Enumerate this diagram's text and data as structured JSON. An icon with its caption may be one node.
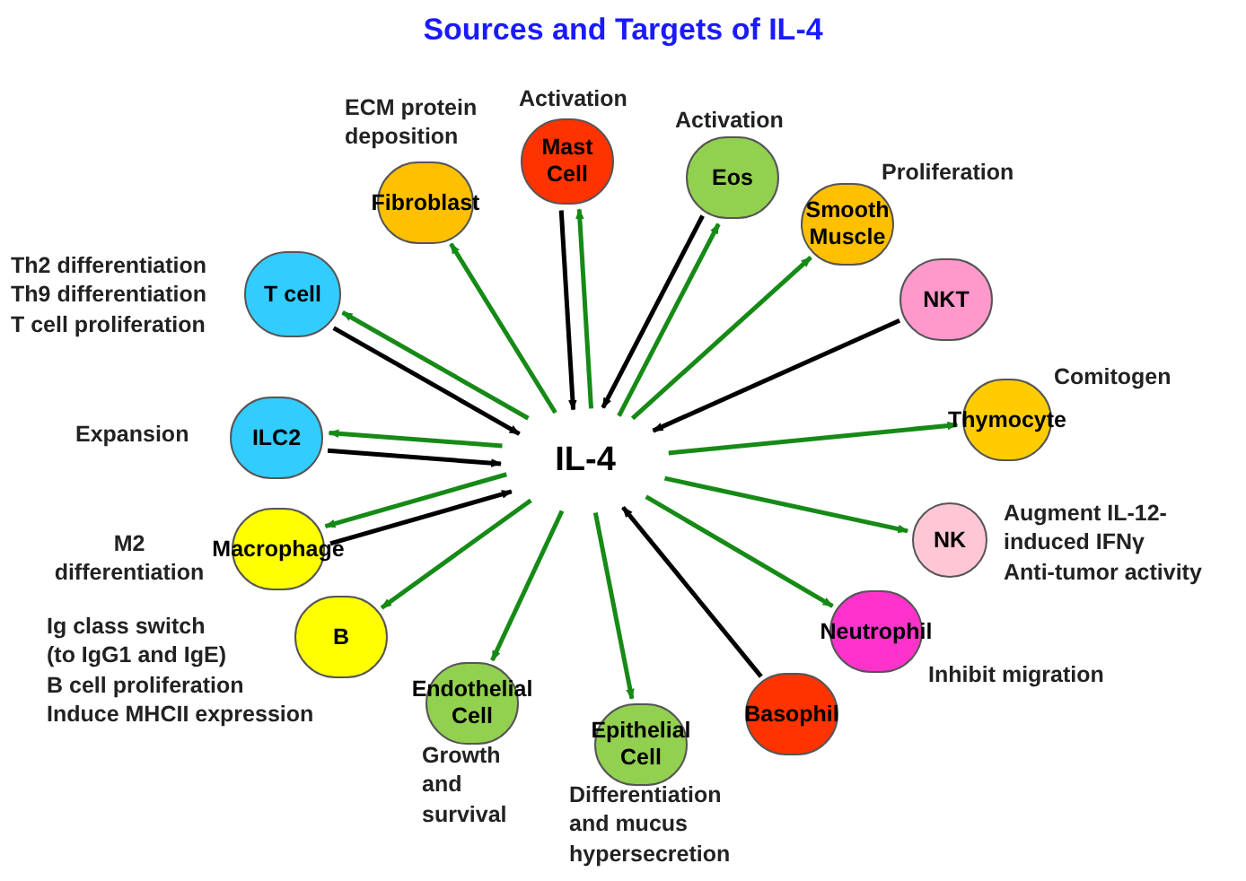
{
  "diagram": {
    "title": "Sources and Targets of IL-4",
    "nodes": [
      {
        "text": [
          "IL-4"
        ]
      },
      {
        "text": [
          "Fibroblast"
        ],
        "beside": [
          "ECM protein deposition"
        ]
      },
      {
        "text": [
          "Mast Cell"
        ],
        "beside": [
          "Activation"
        ]
      },
      {
        "text": [
          "Eos"
        ],
        "beside": [
          "Activation"
        ]
      },
      {
        "text": [
          "Smooth Muscle"
        ],
        "beside": [
          "Proliferation"
        ]
      },
      {
        "text": [
          "T cell"
        ],
        "beside": [
          "Th2 differentiation",
          "Th9 differentiation",
          "T cell proliferation"
        ]
      },
      {
        "text": [
          "NKT"
        ]
      },
      {
        "text": [
          "ILC2"
        ],
        "beside": [
          "Expansion"
        ]
      },
      {
        "text": [
          "Thymocyte"
        ],
        "beside": [
          "Comitogen"
        ]
      },
      {
        "text": [
          "Macrophage"
        ],
        "beside": [
          "M2 differentiation"
        ]
      },
      {
        "text": [
          "NK"
        ],
        "beside": [
          "Augment IL-12- induced IFNγ",
          "Anti-tumor activity"
        ]
      },
      {
        "text": [
          "B"
        ],
        "beside": [
          "Ig class switch (to IgG1 and IgE)",
          "B cell proliferation",
          "Induce MHCII expression"
        ]
      },
      {
        "text": [
          "Endothelial Cell"
        ],
        "beside": [
          "Growth and survival"
        ]
      },
      {
        "text": [
          "Epithelial Cell"
        ],
        "beside": [
          "Differentiation and mucus hypersecretion"
        ]
      },
      {
        "text": [
          "Basophil"
        ]
      },
      {
        "text": [
          "Neutrophil"
        ],
        "beside": [
          "Inhibit migration"
        ]
      }
    ],
    "edges": [
      {
        "from": 0,
        "to": 1,
        "arrow": "to"
      },
      {
        "from": 0,
        "to": 2,
        "arrow": "to"
      },
      {
        "from": 2,
        "to": 0,
        "arrow": "to",
        "color": "#000000"
      },
      {
        "from": 0,
        "to": 3,
        "arrow": "to"
      },
      {
        "from": 3,
        "to": 0,
        "arrow": "to",
        "color": "#000000"
      },
      {
        "from": 0,
        "to": 4,
        "arrow": "to"
      },
      {
        "from": 5,
        "to": 0,
        "arrow": "to",
        "color": "#000000"
      },
      {
        "from": 0,
        "to": 5,
        "arrow": "to"
      },
      {
        "from": 6,
        "to": 0,
        "arrow": "to",
        "color": "#000000"
      },
      {
        "from": 0,
        "to": 7,
        "arrow": "to"
      },
      {
        "from": 7,
        "to": 0,
        "arrow": "to",
        "color": "#000000"
      },
      {
        "from": 0,
        "to": 8,
        "arrow": "to"
      },
      {
        "from": 0,
        "to": 9,
        "arrow": "to"
      },
      {
        "from": 9,
        "to": 0,
        "arrow": "to",
        "color": "#000000"
      },
      {
        "from": 0,
        "to": 10,
        "arrow": "to"
      },
      {
        "from": 0,
        "to": 11,
        "arrow": "to"
      },
      {
        "from": 0,
        "to": 12,
        "arrow": "to"
      },
      {
        "from": 0,
        "to": 13,
        "arrow": "to"
      },
      {
        "from": 14,
        "to": 0,
        "arrow": "to",
        "color": "#000000"
      },
      {
        "from": 0,
        "to": 15,
        "arrow": "to"
      }
    ]
  }
}
